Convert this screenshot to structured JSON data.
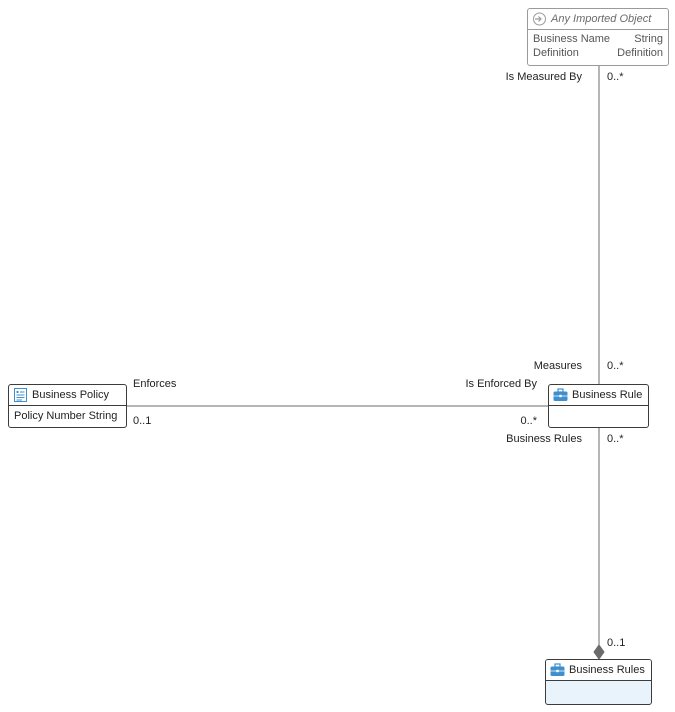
{
  "entities": {
    "imported": {
      "title": "Any Imported Object",
      "attributes": [
        {
          "name": "Business Name",
          "type": "String"
        },
        {
          "name": "Definition",
          "type": "Definition"
        }
      ]
    },
    "business_policy": {
      "title": "Business Policy",
      "attributes": [
        {
          "name": "Policy Number",
          "type": "String"
        }
      ]
    },
    "business_rule": {
      "title": "Business Rule",
      "attributes": []
    },
    "business_rules": {
      "title": "Business Rules",
      "attributes": []
    }
  },
  "relationships": {
    "measured": {
      "source_role": "Is Measured By",
      "source_multiplicity": "0..*",
      "target_role": "Measures",
      "target_multiplicity": "0..*"
    },
    "enforces": {
      "source_role": "Enforces",
      "source_multiplicity": "0..1",
      "target_role": "Is Enforced By",
      "target_multiplicity": "0..*"
    },
    "composition": {
      "source_role": "Business Rules",
      "source_multiplicity": "0..*",
      "target_multiplicity": "0..1"
    }
  },
  "colors": {
    "line": "#6b6b6b",
    "border": "#3c3c3c",
    "imported_border": "#9a9a9a",
    "icon_blue": "#3f8fcf",
    "container_fill": "#e9f3fb"
  },
  "icons": {
    "imported": "import-arrow-icon",
    "business_policy": "policy-document-icon",
    "business_rule": "briefcase-icon",
    "business_rules": "briefcase-icon"
  }
}
